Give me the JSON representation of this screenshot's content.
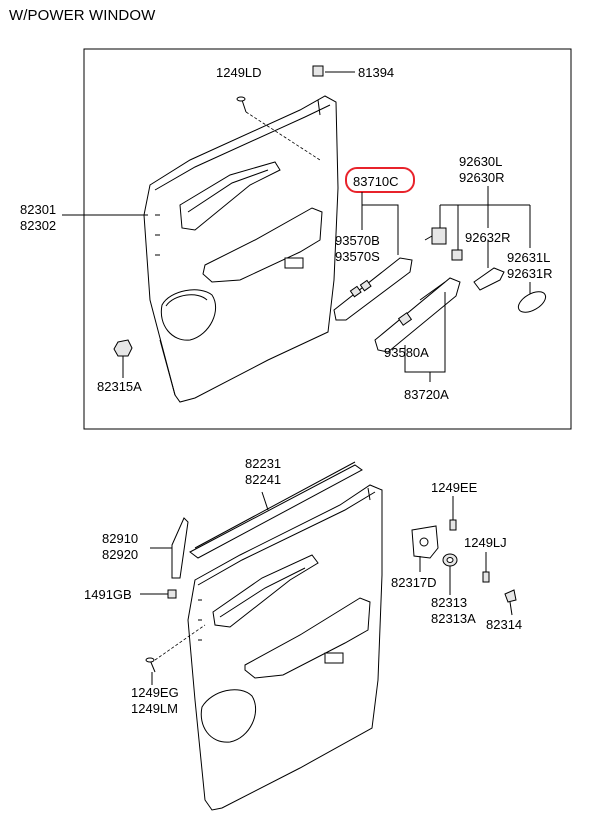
{
  "title": "W/POWER WINDOW",
  "highlight_color": "#e8232b",
  "upper_labels": {
    "p1249LD": "1249LD",
    "p81394": "81394",
    "p82301": "82301",
    "p82302": "82302",
    "p83710C": "83710C",
    "p92630L": "92630L",
    "p92630R": "92630R",
    "p93570B": "93570B",
    "p93570S": "93570S",
    "p92632R": "92632R",
    "p92631L": "92631L",
    "p92631R": "92631R",
    "p93580A": "93580A",
    "p83720A": "83720A",
    "p82315A": "82315A"
  },
  "lower_labels": {
    "p82231": "82231",
    "p82241": "82241",
    "p1249EE": "1249EE",
    "p82910": "82910",
    "p82920": "82920",
    "p1249LJ": "1249LJ",
    "p82317D": "82317D",
    "p1491GB": "1491GB",
    "p82313": "82313",
    "p82313A": "82313A",
    "p82314": "82314",
    "p1249EG": "1249EG",
    "p1249LM": "1249LM"
  }
}
